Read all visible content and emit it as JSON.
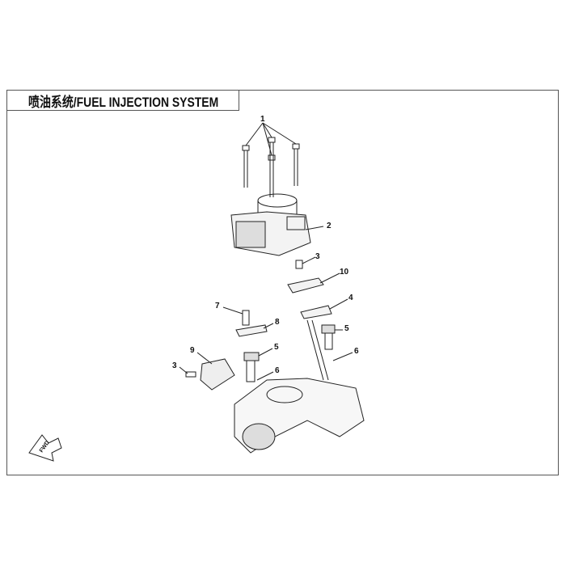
{
  "title": "喷油系统/FUEL INJECTION SYSTEM",
  "fwd_label": "FWD",
  "callouts": [
    {
      "label": "1"
    },
    {
      "label": "2"
    },
    {
      "label": "3"
    },
    {
      "label": "10"
    },
    {
      "label": "4"
    },
    {
      "label": "7"
    },
    {
      "label": "8"
    },
    {
      "label": "5"
    },
    {
      "label": "5"
    },
    {
      "label": "6"
    },
    {
      "label": "9"
    },
    {
      "label": "3"
    },
    {
      "label": "6"
    }
  ]
}
